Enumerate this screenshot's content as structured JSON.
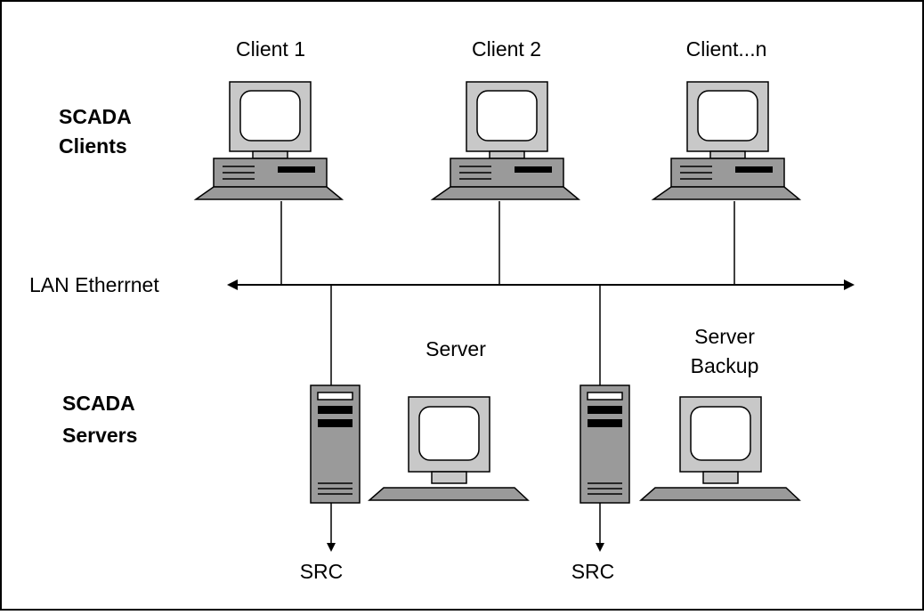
{
  "groups": {
    "clients_label_line1": "SCADA",
    "clients_label_line2": "Clients",
    "servers_label_line1": "SCADA",
    "servers_label_line2": "Servers"
  },
  "clients": [
    {
      "label": "Client 1"
    },
    {
      "label": "Client 2"
    },
    {
      "label": "Client...n"
    }
  ],
  "network": {
    "label": "LAN Etherrnet"
  },
  "servers": [
    {
      "label": "Server",
      "label_line2": "",
      "output_label": "SRC"
    },
    {
      "label": "Server",
      "label_line2": "Backup",
      "output_label": "SRC"
    }
  ],
  "colors": {
    "case": "#9a9a9a",
    "case_dark": "#6e6e6e",
    "monitor": "#c8c8c8",
    "screen": "#ffffff",
    "line": "#000000"
  }
}
